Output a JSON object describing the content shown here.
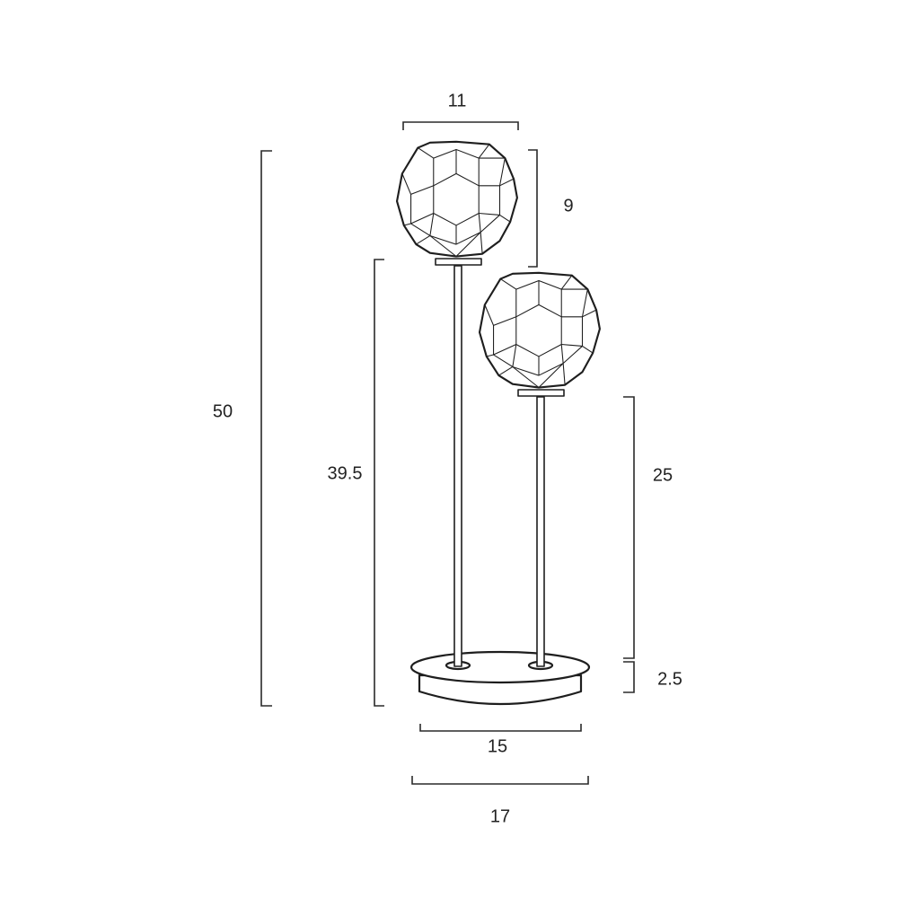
{
  "diagram": {
    "subject": "Two-light table lamp with faceted globe shades",
    "units": "cm",
    "dimensions": {
      "shade_width": "11",
      "shade_height": "9",
      "overall_height": "50",
      "tall_stem_height": "39.5",
      "short_stem_height": "25",
      "base_height": "2.5",
      "base_inner_width": "15",
      "base_outer_width": "17"
    }
  }
}
